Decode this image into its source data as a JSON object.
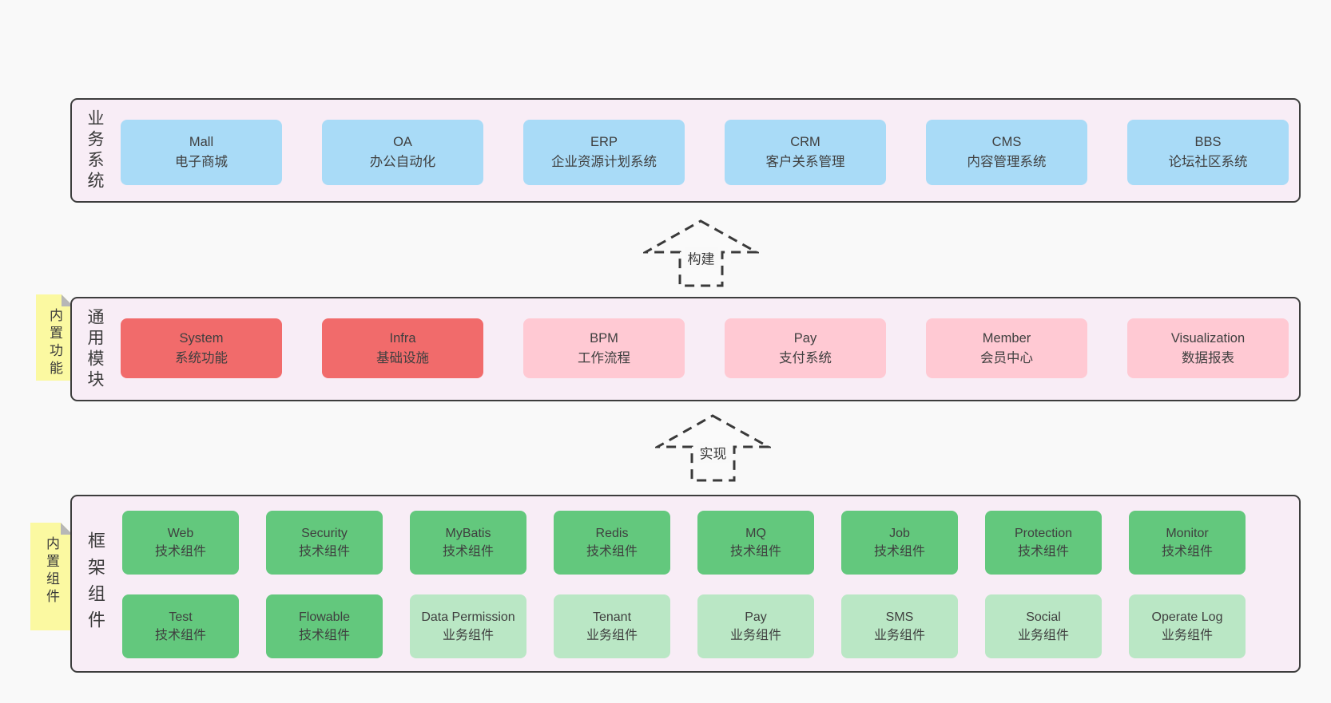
{
  "sections": {
    "business": {
      "label": "业务系统",
      "boxes": [
        {
          "title": "Mall",
          "subtitle": "电子商城"
        },
        {
          "title": "OA",
          "subtitle": "办公自动化"
        },
        {
          "title": "ERP",
          "subtitle": "企业资源计划系统"
        },
        {
          "title": "CRM",
          "subtitle": "客户关系管理"
        },
        {
          "title": "CMS",
          "subtitle": "内容管理系统"
        },
        {
          "title": "BBS",
          "subtitle": "论坛社区系统"
        }
      ]
    },
    "modules": {
      "sticky": "内置功能",
      "label": "通用模块",
      "boxes": [
        {
          "title": "System",
          "subtitle": "系统功能"
        },
        {
          "title": "Infra",
          "subtitle": "基础设施"
        },
        {
          "title": "BPM",
          "subtitle": "工作流程"
        },
        {
          "title": "Pay",
          "subtitle": "支付系统"
        },
        {
          "title": "Member",
          "subtitle": "会员中心"
        },
        {
          "title": "Visualization",
          "subtitle": "数据报表"
        }
      ]
    },
    "framework": {
      "sticky": "内置组件",
      "label": "框架组件",
      "row1": [
        {
          "title": "Web",
          "subtitle": "技术组件"
        },
        {
          "title": "Security",
          "subtitle": "技术组件"
        },
        {
          "title": "MyBatis",
          "subtitle": "技术组件"
        },
        {
          "title": "Redis",
          "subtitle": "技术组件"
        },
        {
          "title": "MQ",
          "subtitle": "技术组件"
        },
        {
          "title": "Job",
          "subtitle": "技术组件"
        },
        {
          "title": "Protection",
          "subtitle": "技术组件"
        },
        {
          "title": "Monitor",
          "subtitle": "技术组件"
        }
      ],
      "row2": [
        {
          "title": "Test",
          "subtitle": "技术组件"
        },
        {
          "title": "Flowable",
          "subtitle": "技术组件"
        },
        {
          "title": "Data Permission",
          "subtitle": "业务组件"
        },
        {
          "title": "Tenant",
          "subtitle": "业务组件"
        },
        {
          "title": "Pay",
          "subtitle": "业务组件"
        },
        {
          "title": "SMS",
          "subtitle": "业务组件"
        },
        {
          "title": "Social",
          "subtitle": "业务组件"
        },
        {
          "title": "Operate Log",
          "subtitle": "业务组件"
        }
      ]
    }
  },
  "arrows": {
    "build": "构建",
    "implement": "实现"
  },
  "colors": {
    "page_bg": "#f9f9f9",
    "section_bg": "#f8edf6",
    "section_border": "#3d3d3d",
    "box_blue": "#a9dbf7",
    "box_red": "#f16b6b",
    "box_pink": "#ffc9d3",
    "box_green": "#63c87d",
    "box_green_light": "#bae7c5",
    "sticky_yellow": "#fbf9a1",
    "sticky_fold": "#b7b7b7",
    "text": "#3f3f3f"
  }
}
